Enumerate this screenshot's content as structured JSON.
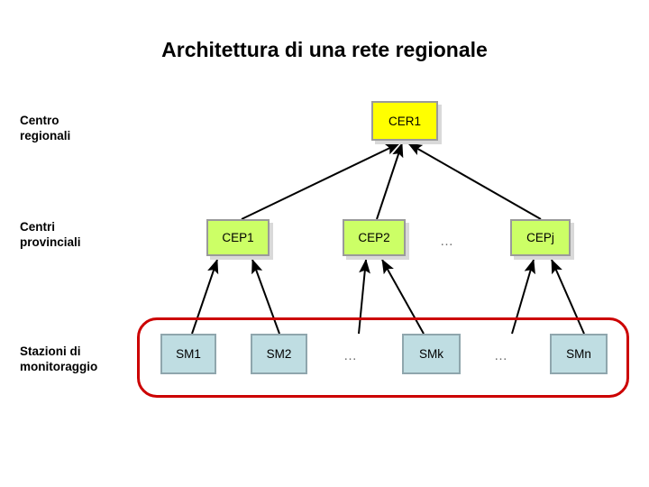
{
  "slide": {
    "title": "Architettura di una rete regionale",
    "background_color": "#ffffff"
  },
  "row_labels": [
    {
      "id": "centro-regionali",
      "text": "Centro\nregionali"
    },
    {
      "id": "centri-provinciali",
      "text": "Centri\nprovinciali"
    },
    {
      "id": "stazioni-monitoraggio",
      "text": "Stazioni di\nmonitoraggio"
    }
  ],
  "nodes": {
    "regional_center": {
      "label": "CER1",
      "fill": "#ffff00",
      "border": "#9a9a9a"
    },
    "provincial_centers": [
      {
        "label": "CEP1",
        "fill": "#ccff66",
        "border": "#9a9a9a"
      },
      {
        "label": "CEP2",
        "fill": "#ccff66",
        "border": "#9a9a9a"
      },
      {
        "label": "CEPj",
        "fill": "#ccff66",
        "border": "#9a9a9a"
      }
    ],
    "provincial_ellipsis": "…",
    "monitoring_stations": [
      {
        "label": "SM1",
        "fill": "#bfdde2",
        "border": "#8fa6ad"
      },
      {
        "label": "SM2",
        "fill": "#bfdde2",
        "border": "#8fa6ad"
      },
      {
        "label": "SMk",
        "fill": "#bfdde2",
        "border": "#8fa6ad"
      },
      {
        "label": "SMn",
        "fill": "#bfdde2",
        "border": "#8fa6ad"
      }
    ],
    "station_ellipsis_1": "…",
    "station_ellipsis_2": "…"
  },
  "grouping_box": {
    "name": "monitoring-stations-group",
    "stroke_color": "#cc0000"
  },
  "connections": {
    "arrow_color": "#000000",
    "description": "Monitoring stations point up to provincial centers; provincial centers point up to the regional center."
  }
}
